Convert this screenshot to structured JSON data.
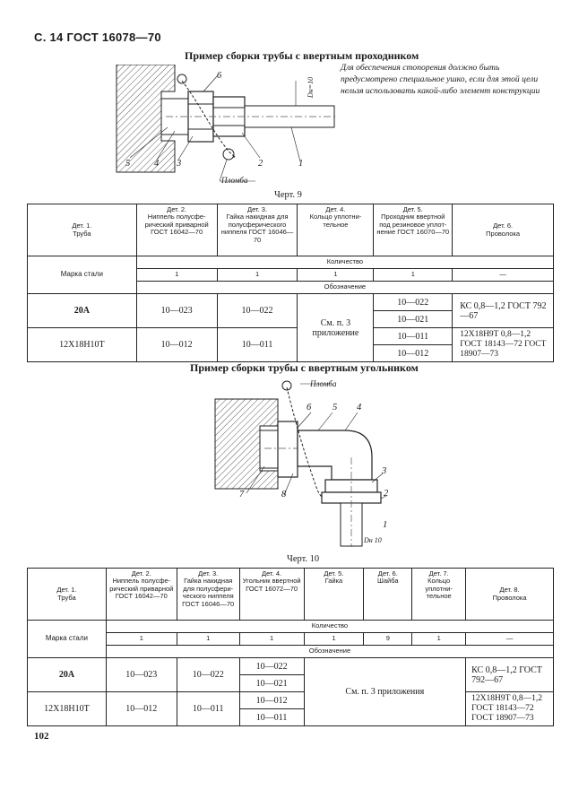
{
  "header": {
    "page": "С. 14 ГОСТ 16078—70"
  },
  "section1": {
    "title": "Пример сборки трубы с ввертным проходником",
    "note": "Для обеспечения стопорения должно быть предусмотрено специальное ушко, если для этой цели нельзя использовать какой-либо элемент конструкции",
    "callouts": {
      "c1": "1",
      "c2": "2",
      "c3": "3",
      "c4": "4",
      "c5": "5",
      "c6": "6",
      "seal": "Пломба",
      "dn": "Dн=10"
    },
    "caption": "Черт. 9",
    "table": {
      "headers": [
        {
          "num": "Дет. 1.",
          "name": "Труба"
        },
        {
          "num": "Дет. 2.",
          "name": "Ниппель полусфе-рический приварной ГОСТ 16042—70"
        },
        {
          "num": "Дет. 3.",
          "name": "Гайка накидная для полусферического ниппеля ГОСТ 16046—70"
        },
        {
          "num": "Дет. 4.",
          "name": "Кольцо уплотни-тельное"
        },
        {
          "num": "Дет. 5.",
          "name": "Проходник ввертной под резиновое уплот-нение ГОСТ 16070—70"
        },
        {
          "num": "Дет. 6.",
          "name": "Проволока"
        }
      ],
      "qty_label": "Количество",
      "grade_label": "Марка стали",
      "designation_label": "Обозначение",
      "qty": [
        "1",
        "1",
        "1",
        "1",
        "—"
      ],
      "rows": [
        {
          "steel": "20А",
          "d2": "10—023",
          "d3": "10—022",
          "d5": [
            "10—022",
            "10—021"
          ],
          "d6": "КС 0,8—1,2 ГОСТ 792—67"
        },
        {
          "steel": "12Х18Н10Т",
          "d2": "10—012",
          "d3": "10—011",
          "d5": [
            "10—011",
            "10—012"
          ],
          "d6": "12Х18Н9Т 0,8—1,2 ГОСТ 18143—72 ГОСТ 18907—73"
        }
      ],
      "d4_merged": "См. п. 3 приложение"
    }
  },
  "section2": {
    "title": "Пример сборки трубы с ввертным угольником",
    "callouts": {
      "c1": "1",
      "c2": "2",
      "c3": "3",
      "c4": "4",
      "c5": "5",
      "c6": "6",
      "c7": "7",
      "c8": "8",
      "seal": "Пломба",
      "dn": "Dн 10"
    },
    "caption": "Черт. 10",
    "table": {
      "headers": [
        {
          "num": "Дет. 1.",
          "name": "Труба"
        },
        {
          "num": "Дет. 2.",
          "name": "Ниппель полусфе-рический приварной ГОСТ 16042—70"
        },
        {
          "num": "Дет. 3.",
          "name": "Гайка накидная для полусфери-ческого ниппеля ГОСТ 16046—70"
        },
        {
          "num": "Дет. 4.",
          "name": "Угольник ввертной ГОСТ 16072—70"
        },
        {
          "num": "Дет. 5.",
          "name": "Гайка"
        },
        {
          "num": "Дет. 6.",
          "name": "Шайба"
        },
        {
          "num": "Дет. 7.",
          "name": "Кольцо уплотни-тельное"
        },
        {
          "num": "Дет. 8.",
          "name": "Проволока"
        }
      ],
      "qty_label": "Количество",
      "grade_label": "Марка стали",
      "designation_label": "Обозначение",
      "qty": [
        "1",
        "1",
        "1",
        "1",
        "9",
        "1",
        "—"
      ],
      "rows": [
        {
          "steel": "20А",
          "d2": "10—023",
          "d3": "10—022",
          "d4": [
            "10—022",
            "10—021"
          ],
          "d8": "КС 0,8—1,2 ГОСТ 792—67"
        },
        {
          "steel": "12Х18Н10Т",
          "d2": "10—012",
          "d3": "10—011",
          "d4": [
            "10—012",
            "10—011"
          ],
          "d8": "12Х18Н9Т 0,8—1,2 ГОСТ 18143—72 ГОСТ 18907—73"
        }
      ],
      "merged_567": "См. п. 3 приложения"
    }
  },
  "footer": {
    "page_number": "102"
  }
}
